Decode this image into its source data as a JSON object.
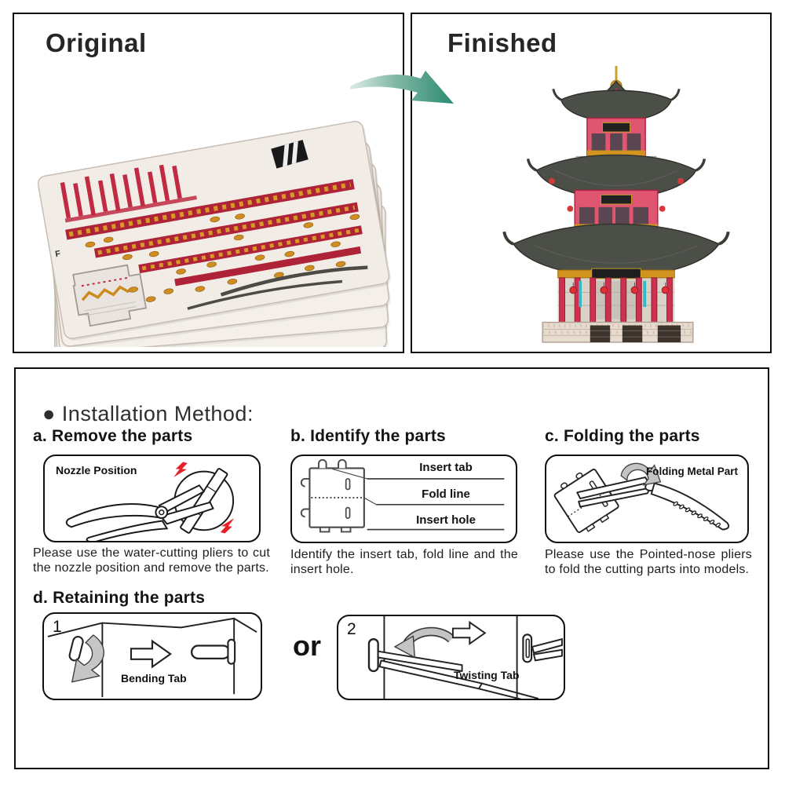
{
  "original_panel": {
    "title": "Original",
    "sheet_letter": "F"
  },
  "finished_panel": {
    "title": "Finished"
  },
  "installation": {
    "heading": "● Installation Method:",
    "step_a": {
      "title": "a. Remove the parts",
      "diagram_label": "Nozzle Position",
      "caption": "Please use the water-cutting pliers to cut the nozzle position and remove the parts."
    },
    "step_b": {
      "title": "b. Identify the parts",
      "labels": [
        "Insert tab",
        "Fold line",
        "Insert hole"
      ],
      "caption": "Identify the insert tab, fold line and the insert hole."
    },
    "step_c": {
      "title": "c. Folding the parts",
      "diagram_label": "Folding Metal Part",
      "caption": "Please use the Pointed-nose pliers to fold the cutting parts into models."
    },
    "step_d": {
      "title": "d. Retaining the parts",
      "or_label": "or",
      "option1": {
        "number": "1",
        "label": "Bending Tab"
      },
      "option2": {
        "number": "2",
        "label": "Twisting Tab"
      }
    }
  },
  "colors": {
    "arrow_teal": "#2a8a70",
    "bolt_red": "#e62129",
    "sheet_red": "#ae2338",
    "sheet_gold": "#cf8d22",
    "roof_dark": "#4c4f48",
    "body_pink": "#e05570",
    "border_black": "#0d0d0d"
  }
}
